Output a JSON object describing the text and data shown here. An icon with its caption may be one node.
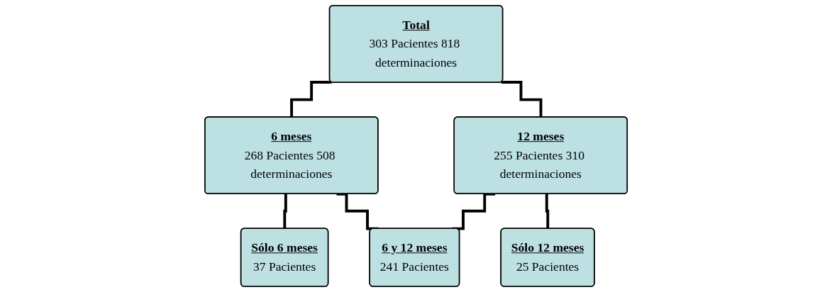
{
  "diagram": {
    "nodes": [
      {
        "text": [
          "Total",
          "303 Pacientes 818 determinaciones"
        ]
      },
      {
        "text": [
          "6 meses",
          "268 Pacientes 508 determinaciones"
        ]
      },
      {
        "text": [
          "12 meses",
          "255 Pacientes 310 determinaciones"
        ]
      },
      {
        "text": [
          "Sólo 6 meses",
          "37 Pacientes"
        ]
      },
      {
        "text": [
          "6 y 12 meses",
          "241 Pacientes"
        ]
      },
      {
        "text": [
          "Sólo 12 meses",
          "25 Pacientes"
        ]
      }
    ],
    "edges": [
      {
        "from": 0,
        "to": 1,
        "arrow": "none"
      },
      {
        "from": 0,
        "to": 2,
        "arrow": "none"
      },
      {
        "from": 1,
        "to": 3,
        "arrow": "none"
      },
      {
        "from": 1,
        "to": 4,
        "arrow": "none"
      },
      {
        "from": 2,
        "to": 4,
        "arrow": "none"
      },
      {
        "from": 2,
        "to": 5,
        "arrow": "none"
      }
    ]
  }
}
